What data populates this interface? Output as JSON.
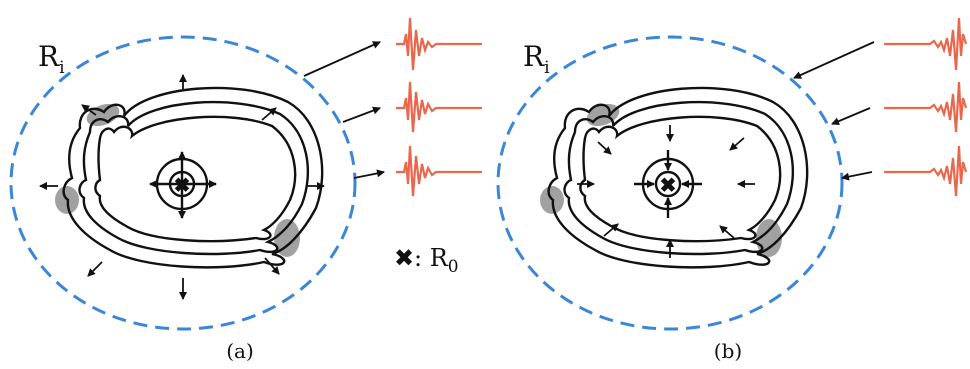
{
  "colors": {
    "boundary": "#3b86d6",
    "wave": "#e8674d",
    "ink": "#111111",
    "shadow": "#8a8a8a",
    "background": "#ffffff"
  },
  "panels": [
    {
      "id": "a",
      "boundary_label": "R",
      "boundary_sub": "i",
      "caption": "(a)",
      "arrow_direction": "outward",
      "legend": {
        "symbol": "✖",
        "text": ": R",
        "sub": "0"
      }
    },
    {
      "id": "b",
      "boundary_label": "R",
      "boundary_sub": "i",
      "caption": "(b)",
      "arrow_direction": "inward"
    }
  ]
}
